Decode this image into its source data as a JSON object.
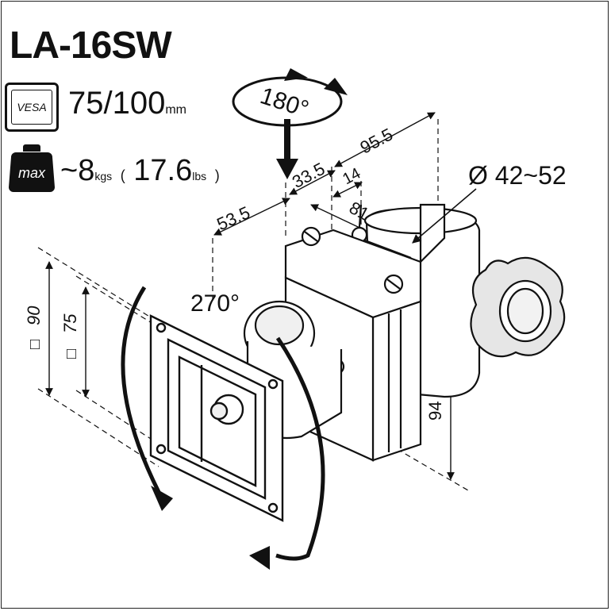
{
  "product": {
    "model": "LA-16SW"
  },
  "vesa": {
    "icon_label": "VESA",
    "value": "75/100",
    "unit": "mm"
  },
  "load": {
    "icon_label": "max",
    "prefix": "~8",
    "unit_kg": "kgs",
    "open_paren": "(",
    "value_lbs": "17.6",
    "unit_lbs": "lbs",
    "close_paren": ")"
  },
  "dimensions": {
    "d_95_5": "95.5",
    "d_33_5": "33.5",
    "d_14": "14",
    "d_53_5": "53.5",
    "d_81": "81",
    "d_94": "94",
    "d_90": "90",
    "d_75": "75",
    "square": "□",
    "clamp_diameter": "Ø 42~52"
  },
  "rotation": {
    "swivel": "180°",
    "tilt": "270°"
  }
}
